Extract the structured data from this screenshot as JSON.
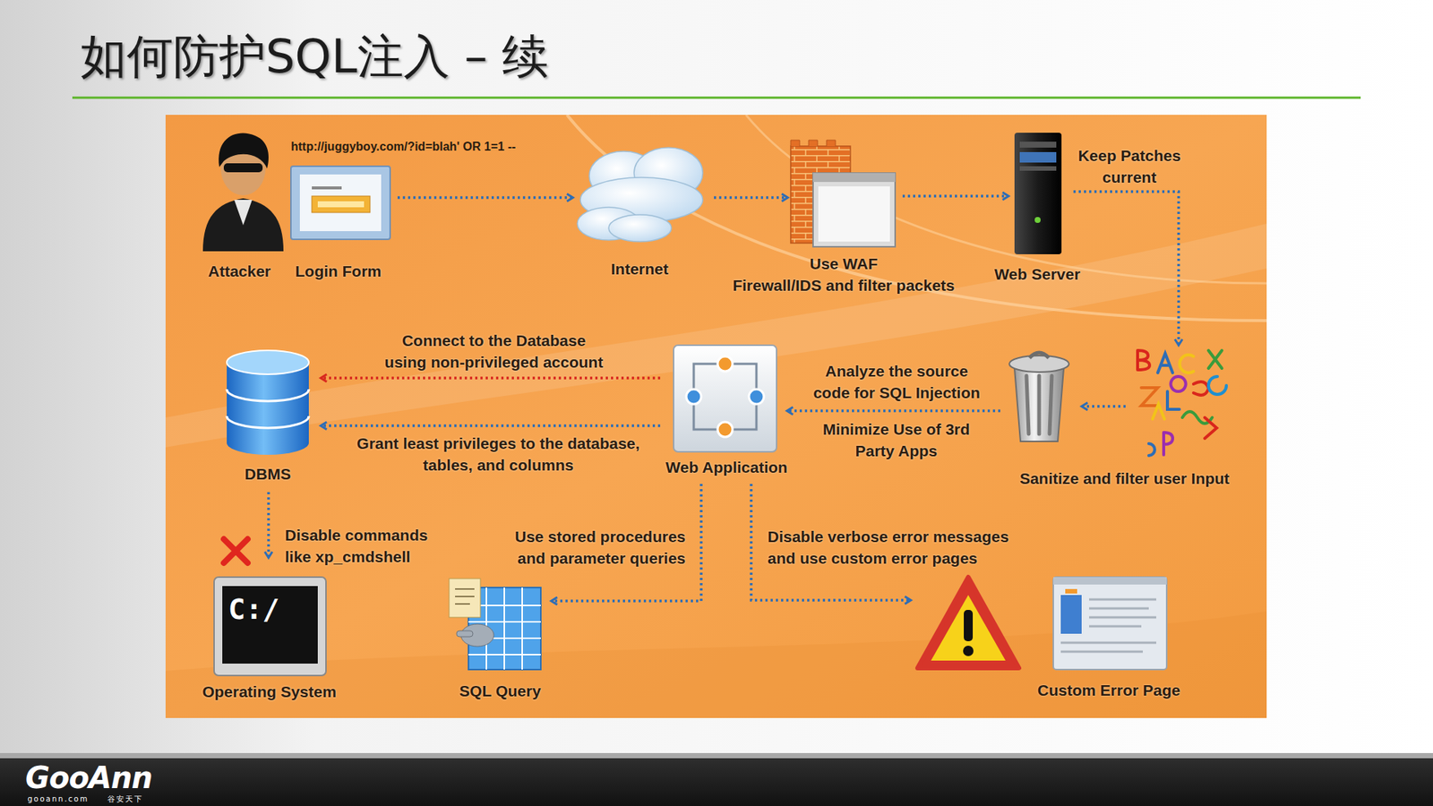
{
  "diagram": {
    "title": "如何防护SQL注入 – 续",
    "nodes": [
      {
        "text": [
          "Attacker"
        ]
      },
      {
        "text": [
          "Login Form"
        ]
      },
      {
        "text": [
          "Internet"
        ]
      },
      {
        "text": [
          "Use WAF",
          "Firewall/IDS and filter packets"
        ]
      },
      {
        "text": [
          "Web Server"
        ]
      },
      {
        "text": [
          "Sanitize and filter user Input"
        ]
      },
      {
        "text": [
          "Web Application"
        ]
      },
      {
        "text": [
          "DBMS"
        ]
      },
      {
        "text": [
          "Operating System"
        ]
      },
      {
        "text": [
          "SQL Query"
        ]
      },
      {
        "text": [
          "Custom Error Page"
        ]
      }
    ],
    "edges": [
      {
        "from": 1,
        "to": 2,
        "arrow": "to"
      },
      {
        "from": 2,
        "to": 3,
        "arrow": "to"
      },
      {
        "from": 3,
        "to": 4,
        "arrow": "to"
      },
      {
        "from": 4,
        "to": 5,
        "label": "Keep Patches current",
        "arrow": "to"
      },
      {
        "from": 5,
        "to": 6,
        "label": "Analyze the source code for SQL Injection",
        "arrow": "to"
      },
      {
        "from": 6,
        "to": 7,
        "label": "Connect to the Database using non-privileged account",
        "arrow": "to"
      },
      {
        "from": 6,
        "to": 7,
        "label": "Grant least privileges to the database, tables, and columns",
        "arrow": "to"
      },
      {
        "from": 7,
        "to": 8,
        "label": "Disable commands like xp_cmdshell",
        "arrow": "to"
      },
      {
        "from": 6,
        "to": 9,
        "label": "Use stored procedures and parameter queries",
        "arrow": "to"
      },
      {
        "from": 6,
        "to": 10,
        "label": "Disable verbose error messages and use custom error pages",
        "arrow": "to"
      }
    ],
    "labels": [
      "http://juggyboy.com/?id=blah' OR 1=1 --",
      "Minimize Use of 3rd Party Apps",
      "C:/",
      "GooAnn",
      "gooann.com",
      "谷安天下"
    ]
  }
}
